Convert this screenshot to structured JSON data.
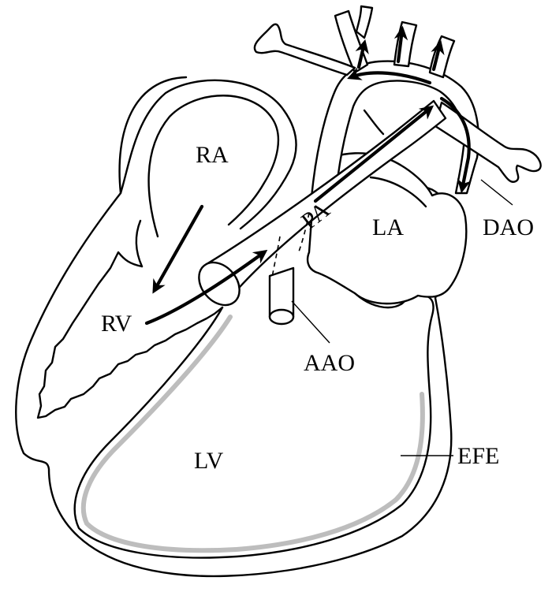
{
  "labels": {
    "ra": "RA",
    "rv": "RV",
    "la": "LA",
    "lv": "LV",
    "pa": "PA",
    "aao": "AAO",
    "dao": "DAO",
    "efe": "EFE"
  },
  "colors": {
    "stroke": "#000000",
    "background": "#ffffff",
    "efe_shading": "#bdbdbd"
  }
}
